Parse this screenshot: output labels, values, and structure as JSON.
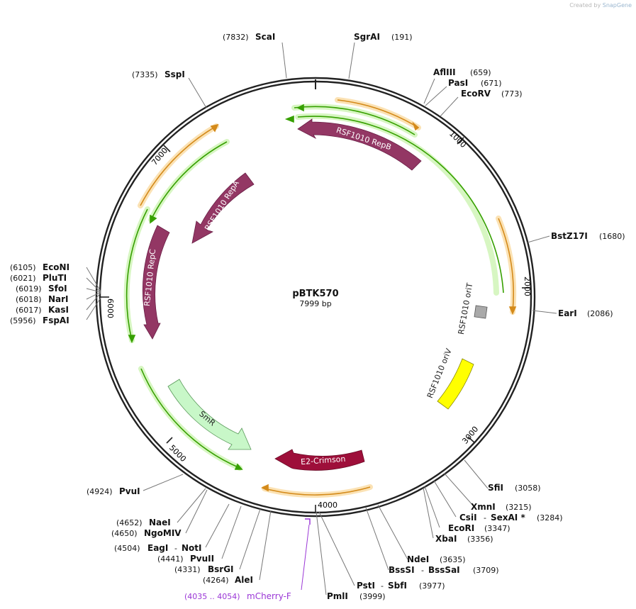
{
  "watermark": {
    "prefix": "Created by",
    "brand": "SnapGene"
  },
  "plasmid": {
    "name": "pBTK570",
    "length_label": "7999 bp",
    "length": 7999
  },
  "colors": {
    "backbone": "#222222",
    "repProtein": "#933764",
    "e2crimson": "#9e0f3a",
    "smr": "#c8f7c8",
    "oriV": "#ffff00",
    "oriT": "#a9a9a9",
    "orf": "#36a000",
    "orfHalo": "#d7f6c2",
    "orfOrange": "#d48a1a",
    "orfOrangeHalo": "#fbe2b4",
    "primer": "#9a36d6"
  },
  "ticks": [
    "1000",
    "2000",
    "3000",
    "4000",
    "5000",
    "6000",
    "7000"
  ],
  "features": [
    {
      "id": "repb",
      "label": "RSF1010 RepB"
    },
    {
      "id": "repa",
      "label": "RSF1010 RepA"
    },
    {
      "id": "repc",
      "label": "RSF1010 RepC"
    },
    {
      "id": "smr",
      "label": "SmR"
    },
    {
      "id": "e2",
      "label": "E2-Crimson"
    },
    {
      "id": "orit",
      "label": "RSF1010 oriT"
    },
    {
      "id": "oriv",
      "label": "RSF1010 oriV"
    }
  ],
  "sites": [
    {
      "id": "scai",
      "name": "ScaI",
      "pos": "(7832)"
    },
    {
      "id": "sgrai",
      "name": "SgrAI",
      "pos": "(191)"
    },
    {
      "id": "sspi",
      "name": "SspI",
      "pos": "(7335)"
    },
    {
      "id": "afliii",
      "name": "AflIII",
      "pos": "(659)"
    },
    {
      "id": "pasi",
      "name": "PasI",
      "pos": "(671)"
    },
    {
      "id": "ecorv",
      "name": "EcoRV",
      "pos": "(773)"
    },
    {
      "id": "bstz17i",
      "name": "BstZ17I",
      "pos": "(1680)"
    },
    {
      "id": "eari",
      "name": "EarI",
      "pos": "(2086)"
    },
    {
      "id": "sfii",
      "name": "SfiI",
      "pos": "(3058)"
    },
    {
      "id": "xmni",
      "name": "XmnI",
      "pos": "(3215)"
    },
    {
      "id": "csii",
      "name": "CsiI",
      "sep": "-",
      "name2": "SexAI *",
      "pos": "(3284)"
    },
    {
      "id": "ecori",
      "name": "EcoRI",
      "pos": "(3347)"
    },
    {
      "id": "xbai",
      "name": "XbaI",
      "pos": "(3356)"
    },
    {
      "id": "ndei",
      "name": "NdeI",
      "pos": "(3635)"
    },
    {
      "id": "bsssi",
      "name": "BssSI",
      "sep": "-",
      "name2": "BssSaI",
      "pos": "(3709)"
    },
    {
      "id": "psti",
      "name": "PstI",
      "sep": "-",
      "name2": "SbfI",
      "pos": "(3977)"
    },
    {
      "id": "pmli",
      "name": "PmlI",
      "pos": "(3999)"
    },
    {
      "id": "alei",
      "name": "AleI",
      "pos": "(4264)"
    },
    {
      "id": "bsrgi",
      "name": "BsrGI",
      "pos": "(4331)"
    },
    {
      "id": "pvuii",
      "name": "PvuII",
      "pos": "(4441)"
    },
    {
      "id": "eagi",
      "name": "EagI",
      "sep": "-",
      "name2": "NotI",
      "pos": "(4504)"
    },
    {
      "id": "ngomiv",
      "name": "NgoMIV",
      "pos": "(4650)"
    },
    {
      "id": "naei",
      "name": "NaeI",
      "pos": "(4652)"
    },
    {
      "id": "pvui",
      "name": "PvuI",
      "pos": "(4924)"
    },
    {
      "id": "econi",
      "name": "EcoNI",
      "pos": "(6105)"
    },
    {
      "id": "pluti",
      "name": "PluTI",
      "pos": "(6021)"
    },
    {
      "id": "sfoi",
      "name": "SfoI",
      "pos": "(6019)"
    },
    {
      "id": "nari",
      "name": "NarI",
      "pos": "(6018)"
    },
    {
      "id": "kasi",
      "name": "KasI",
      "pos": "(6017)"
    },
    {
      "id": "fspai",
      "name": "FspAI",
      "pos": "(5956)"
    }
  ],
  "primer": {
    "pos": "(4035 .. 4054)",
    "name": "mCherry-F"
  }
}
